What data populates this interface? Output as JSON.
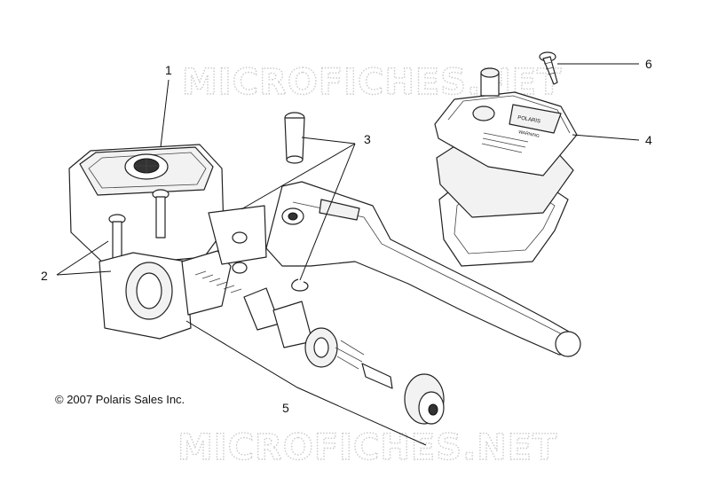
{
  "watermark_text": "MICROFICHES.NET",
  "copyright": "© 2007 Polaris Sales Inc.",
  "callouts": [
    "1",
    "2",
    "3",
    "4",
    "5",
    "6"
  ],
  "brand_badge_text": "POLARIS",
  "warning_label_text": "WARNING"
}
